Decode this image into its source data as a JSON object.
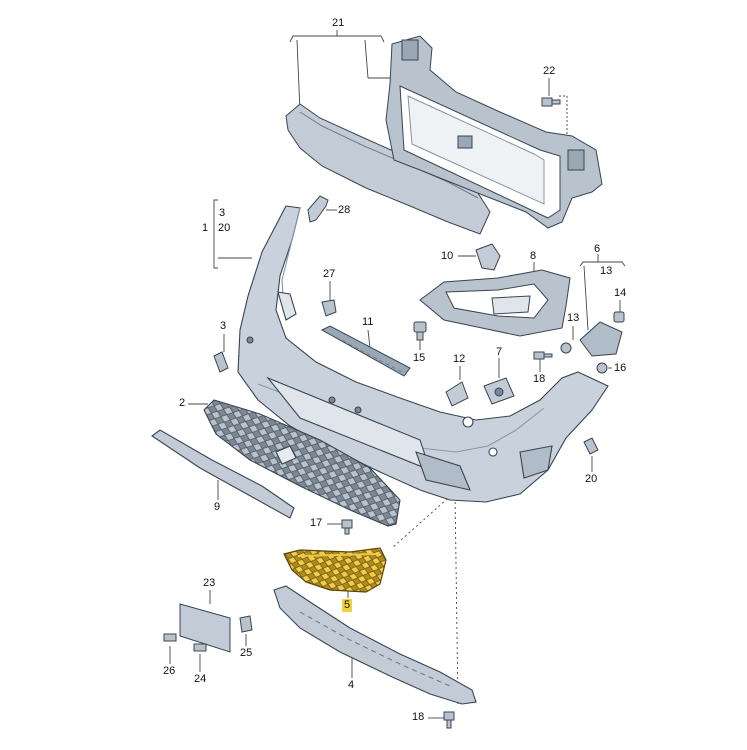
{
  "diagram": {
    "callouts": [
      {
        "id": "21",
        "label": "21"
      },
      {
        "id": "22",
        "label": "22"
      },
      {
        "id": "3a",
        "label": "3"
      },
      {
        "id": "1",
        "label": "1"
      },
      {
        "id": "20a",
        "label": "20"
      },
      {
        "id": "28",
        "label": "28"
      },
      {
        "id": "10",
        "label": "10"
      },
      {
        "id": "8",
        "label": "8"
      },
      {
        "id": "6",
        "label": "6"
      },
      {
        "id": "13a",
        "label": "13"
      },
      {
        "id": "27",
        "label": "27"
      },
      {
        "id": "14",
        "label": "14"
      },
      {
        "id": "11",
        "label": "11"
      },
      {
        "id": "3b",
        "label": "3"
      },
      {
        "id": "13b",
        "label": "13"
      },
      {
        "id": "15",
        "label": "15"
      },
      {
        "id": "12",
        "label": "12"
      },
      {
        "id": "7",
        "label": "7"
      },
      {
        "id": "18a",
        "label": "18"
      },
      {
        "id": "16",
        "label": "16"
      },
      {
        "id": "2",
        "label": "2"
      },
      {
        "id": "20b",
        "label": "20"
      },
      {
        "id": "9",
        "label": "9"
      },
      {
        "id": "17",
        "label": "17"
      },
      {
        "id": "5",
        "label": "5",
        "highlight": true
      },
      {
        "id": "23",
        "label": "23"
      },
      {
        "id": "25",
        "label": "25"
      },
      {
        "id": "26",
        "label": "26"
      },
      {
        "id": "24",
        "label": "24"
      },
      {
        "id": "4",
        "label": "4"
      },
      {
        "id": "18b",
        "label": "18"
      }
    ],
    "colors": {
      "part_fill": "#c9d2dc",
      "part_dark": "#9aa8b6",
      "part_stroke": "#3a4450",
      "leader": "#444444",
      "highlight": "#f2d23a",
      "highlight_part": "#e0b838"
    }
  }
}
